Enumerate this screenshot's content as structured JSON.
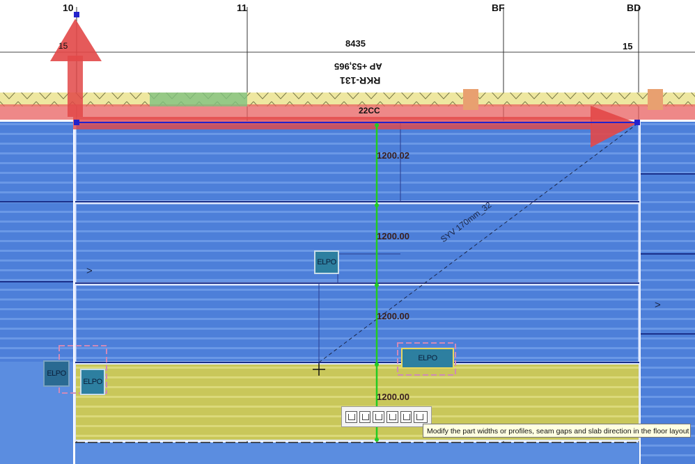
{
  "grid_axes": {
    "a": "10",
    "b": "11",
    "c": "BF",
    "d": "BD"
  },
  "overall_dimension": "8435",
  "slab": {
    "mark": "RKR-131",
    "elevation": "AP +53,965",
    "beam_mark": "22CC",
    "direction_label": "SYV 170mm_32"
  },
  "markers": {
    "left_15": "15",
    "right_15": "15",
    "arrow_left": ">",
    "arrow_right": ">"
  },
  "panel_widths": [
    "1200.02",
    "1200.00",
    "1200.00",
    "1200.00"
  ],
  "embeds": [
    {
      "label": "ELPO"
    },
    {
      "label": "ELPO"
    },
    {
      "label": "ELPO"
    },
    {
      "label": "ELPO"
    }
  ],
  "tooltip": "Modify the part widths or profiles, seam gaps and slab direction in the floor layout",
  "toolbar_icons": [
    "width-icon",
    "profile-icon",
    "seam-gap-icon",
    "slab-direction-icon",
    "copy-icon",
    "floor-layout-icon"
  ],
  "colors": {
    "panel_blue": "#4d7fd9",
    "panel_yellow": "#c8c85c",
    "selection_red": "#e24848",
    "dimension_green": "#22cc22",
    "handle_blue": "#2222cc"
  }
}
